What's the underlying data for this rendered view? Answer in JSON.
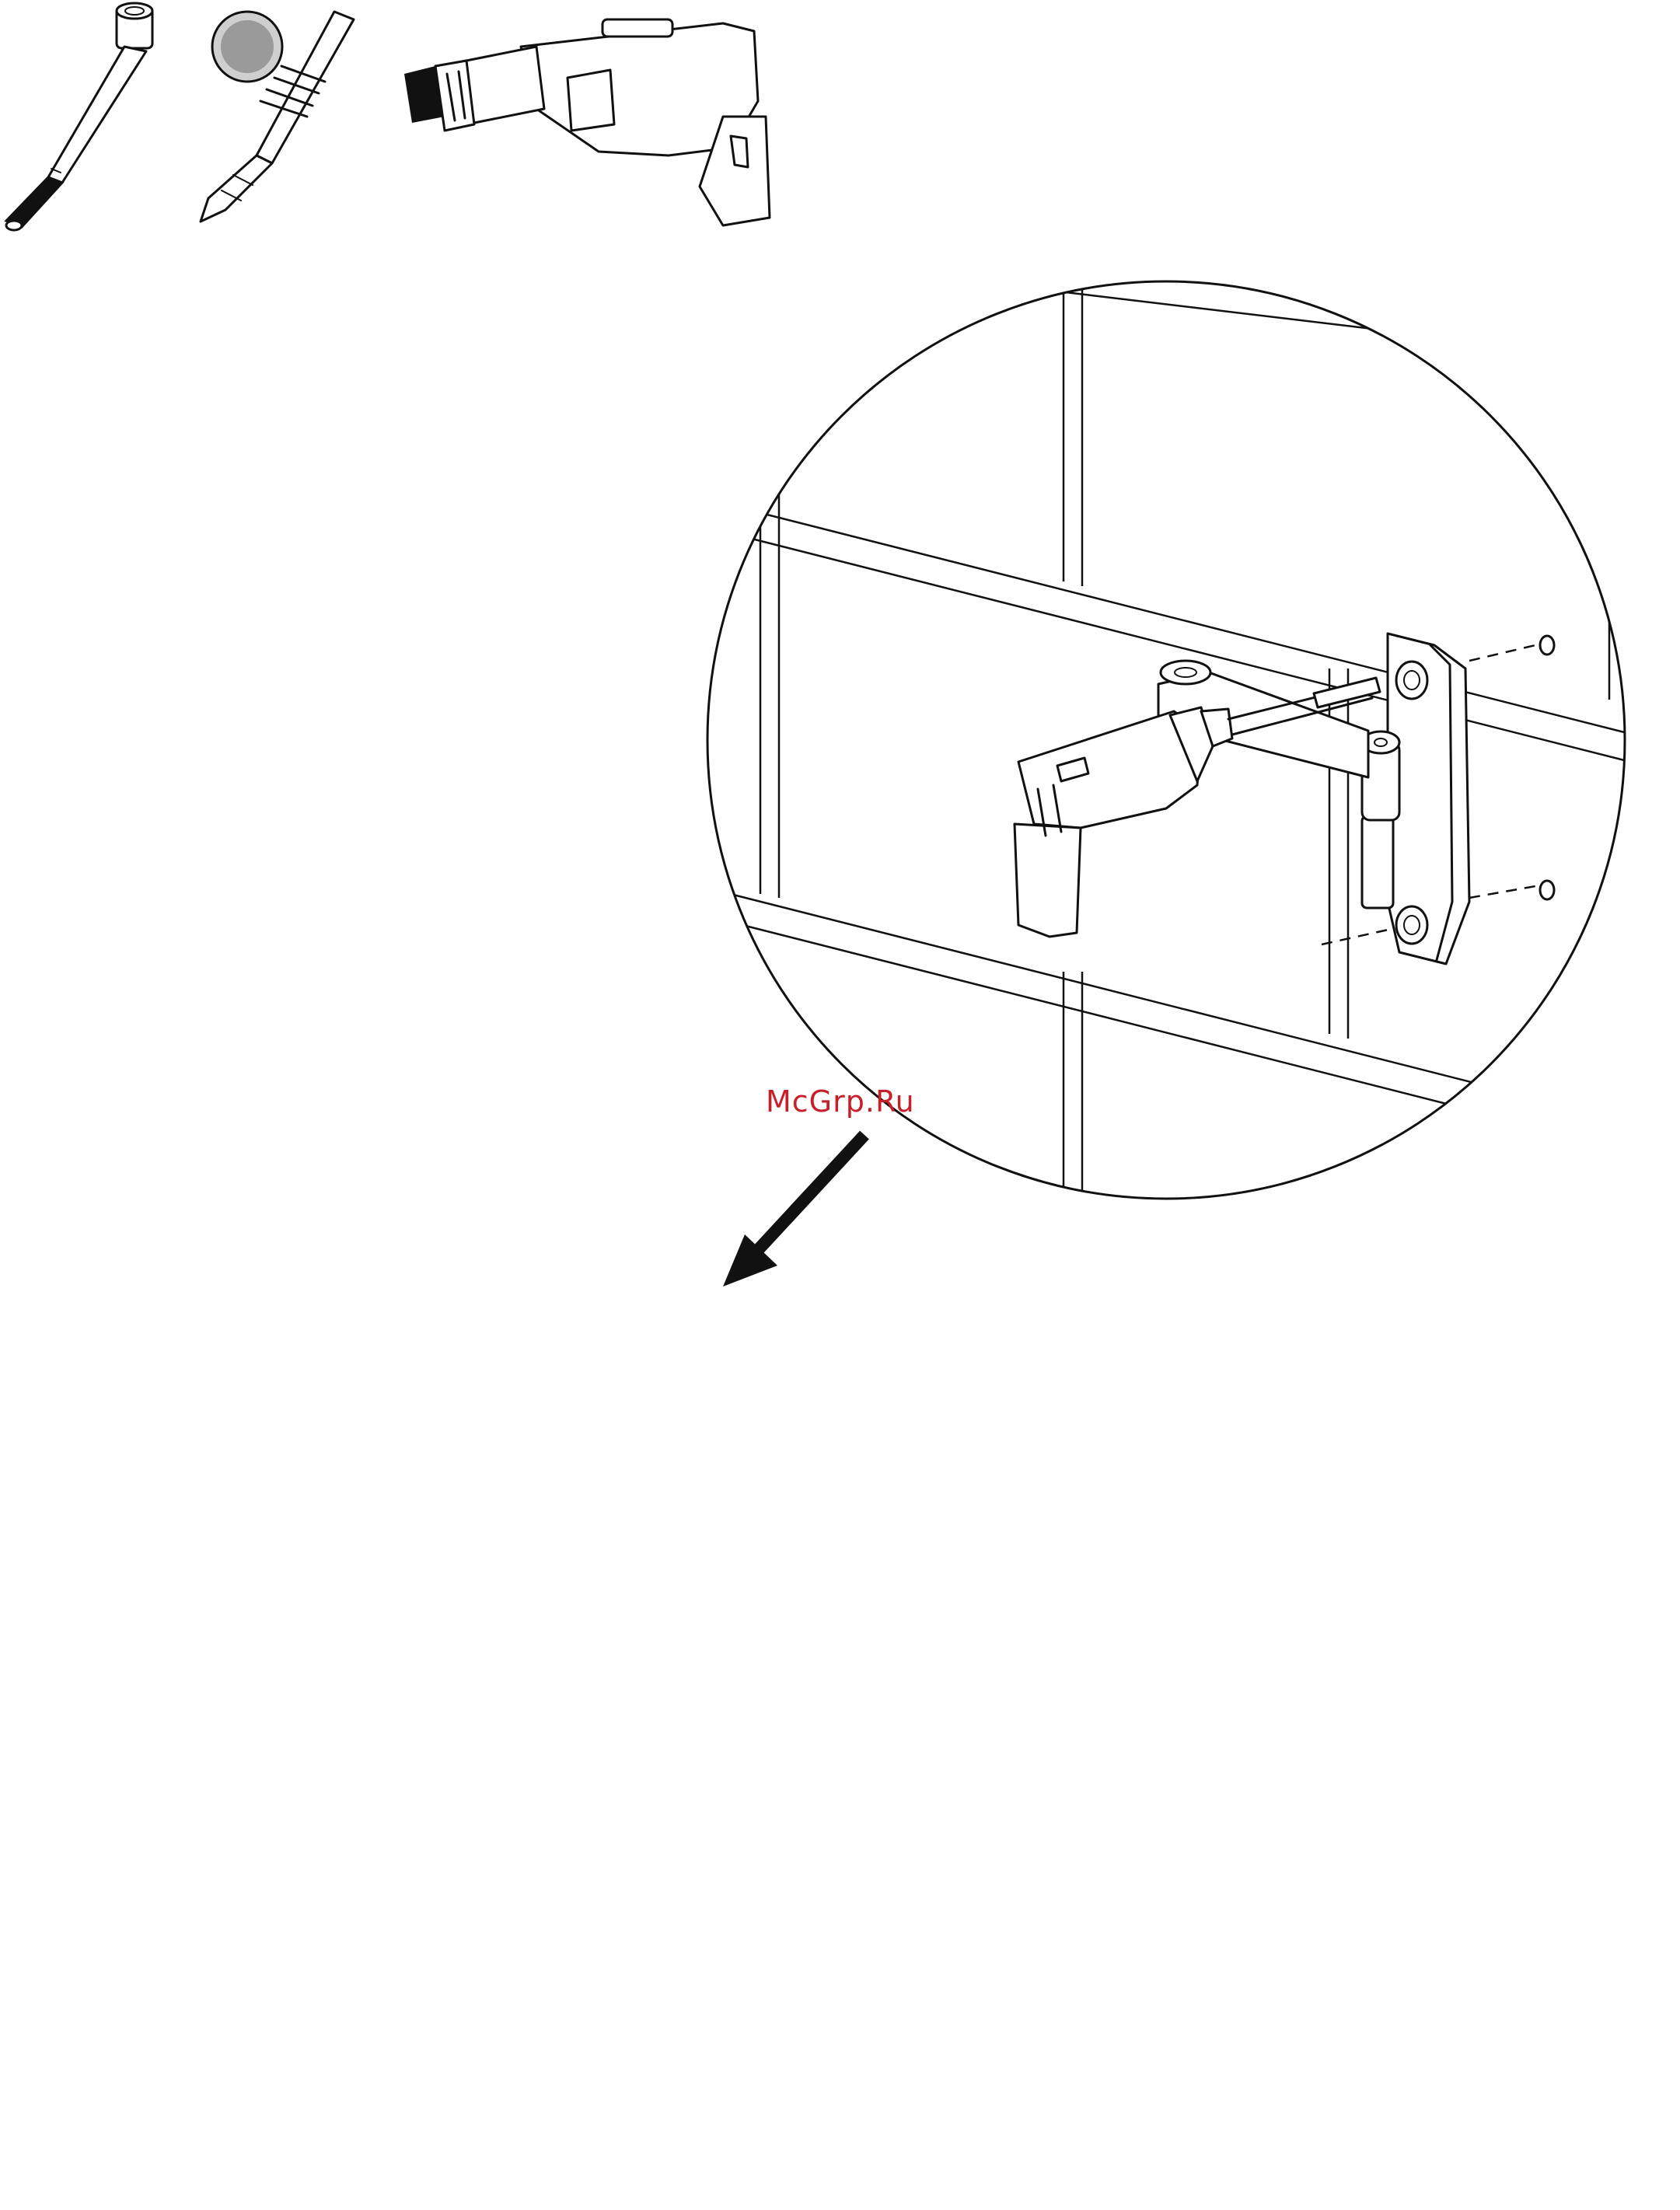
{
  "watermark": {
    "text": "McGrp.Ru",
    "color": "#c8202a"
  },
  "palette": {
    "line": "#111111",
    "background": "#ffffff"
  },
  "tools": [
    {
      "icon": "socket-wrench-icon"
    },
    {
      "icon": "masonry-drill-bit-icon"
    },
    {
      "icon": "power-drill-icon"
    }
  ],
  "steps": [
    {
      "id": "drill-holes",
      "icons": [
        "tile-wall",
        "wall-bracket-icon",
        "power-drill-icon",
        "drill-hole-icon"
      ]
    },
    {
      "id": "fix-bracket",
      "icons": [
        "tile-wall",
        "wall-bracket-icon",
        "wall-plug-icon",
        "screw-icon",
        "washer-icon",
        "pointer-arrow-icon"
      ]
    }
  ]
}
